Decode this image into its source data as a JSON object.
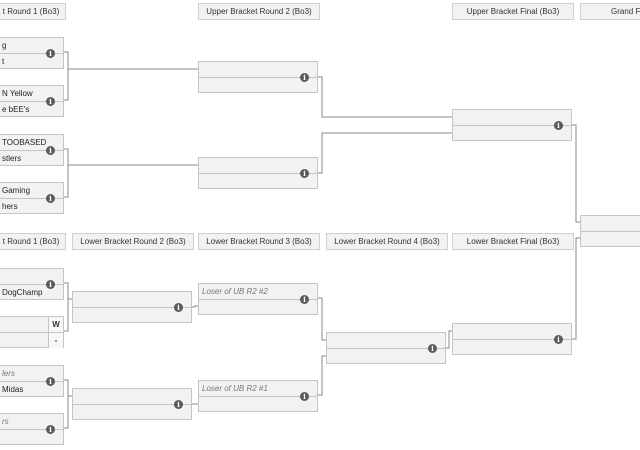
{
  "headers": {
    "ub_r1": "t Round 1 (Bo3)",
    "ub_r2": "Upper Bracket Round 2 (Bo3)",
    "ub_final": "Upper Bracket Final (Bo3)",
    "grand_final": "Grand Fi",
    "lb_r1": "t Round 1 (Bo3)",
    "lb_r2": "Lower Bracket Round 2 (Bo3)",
    "lb_r3": "Lower Bracket Round 3 (Bo3)",
    "lb_r4": "Lower Bracket Round 4 (Bo3)",
    "lb_final": "Lower Bracket Final (Bo3)"
  },
  "matches": {
    "ub_r1_m1": {
      "top": "g",
      "bottom": "t"
    },
    "ub_r1_m2": {
      "top": "N Yellow",
      "bottom": "e bEE's"
    },
    "ub_r1_m3": {
      "top": "TOOBASED",
      "bottom": "stlers"
    },
    "ub_r1_m4": {
      "top": "Gaming",
      "bottom": "hers"
    },
    "ub_r2_m1": {
      "top": "",
      "bottom": ""
    },
    "ub_r2_m2": {
      "top": "",
      "bottom": ""
    },
    "ub_final": {
      "top": "",
      "bottom": ""
    },
    "grand_final": {
      "top": "",
      "bottom": ""
    },
    "lb_r1_m1": {
      "top": "",
      "bottom": "DogChamp"
    },
    "lb_r1_m2": {
      "top": "",
      "bottom": "",
      "score_top": "W",
      "score_bottom": "-"
    },
    "lb_r1_m3": {
      "top": "lers",
      "bottom": "Midas"
    },
    "lb_r1_m4": {
      "top": "rs",
      "bottom": ""
    },
    "lb_r2_m1": {
      "top": "",
      "bottom": ""
    },
    "lb_r2_m2": {
      "top": "",
      "bottom": ""
    },
    "lb_r3_m1": {
      "top": "Loser of UB R2 #2",
      "bottom": ""
    },
    "lb_r3_m2": {
      "top": "Loser of UB R2 #1",
      "bottom": ""
    },
    "lb_r4": {
      "top": "",
      "bottom": ""
    },
    "lb_final": {
      "top": "",
      "bottom": ""
    }
  },
  "icons": {
    "match_info": "info-icon",
    "info_glyph": "i"
  },
  "colors": {
    "box_fill": "#f2f2f2",
    "box_border": "#c4c4c4",
    "connector": "#8a8a8a",
    "info_icon": "#5a5a5a"
  }
}
